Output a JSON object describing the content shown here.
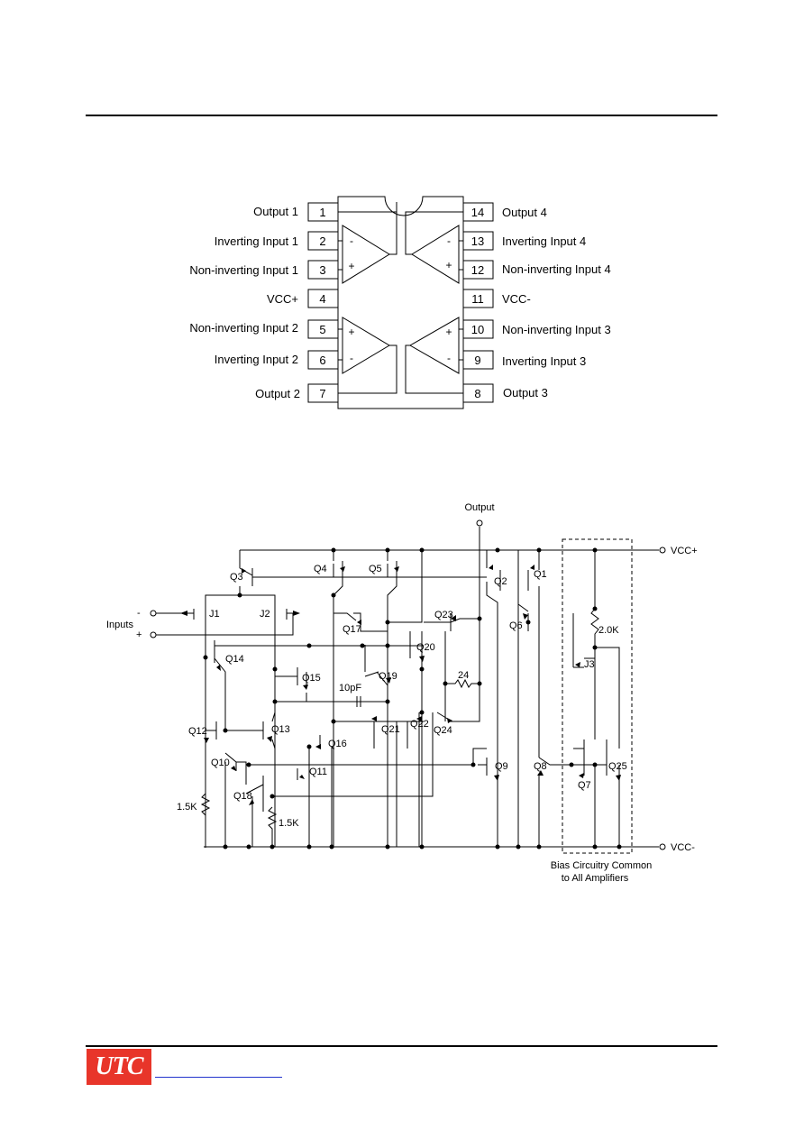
{
  "pinout": {
    "pins": [
      {
        "num": "1",
        "label": "Output 1"
      },
      {
        "num": "2",
        "label": "Inverting Input 1"
      },
      {
        "num": "3",
        "label": "Non-inverting Input 1"
      },
      {
        "num": "4",
        "label": "VCC+"
      },
      {
        "num": "5",
        "label": "Non-inverting Input 2"
      },
      {
        "num": "6",
        "label": "Inverting Input 2"
      },
      {
        "num": "7",
        "label": "Output 2"
      },
      {
        "num": "14",
        "label": "Output 4"
      },
      {
        "num": "13",
        "label": "Inverting Input 4"
      },
      {
        "num": "12",
        "label": "Non-inverting Input 4"
      },
      {
        "num": "11",
        "label": "VCC-"
      },
      {
        "num": "10",
        "label": "Non-inverting Input 3"
      },
      {
        "num": "9",
        "label": "Inverting Input 3"
      },
      {
        "num": "8",
        "label": "Output 3"
      }
    ],
    "opamp_signs": {
      "plus": "+",
      "minus": "-"
    }
  },
  "schematic": {
    "output_label": "Output",
    "inputs_label": "Inputs",
    "input_minus": "-",
    "input_plus": "+",
    "vcc_plus": "VCC+",
    "vcc_minus": "VCC-",
    "bias_note_line1": "Bias Circuitry Common",
    "bias_note_line2": "to All Amplifiers",
    "components": {
      "q1": "Q1",
      "q2": "Q2",
      "q3": "Q3",
      "q4": "Q4",
      "q5": "Q5",
      "q6": "Q6",
      "q7": "Q7",
      "q8": "Q8",
      "q9": "Q9",
      "q10": "Q10",
      "q11": "Q11",
      "q12": "Q12",
      "q13": "Q13",
      "q14": "Q14",
      "q15": "Q15",
      "q16": "Q16",
      "q17": "Q17",
      "q18": "Q18",
      "q19": "Q19",
      "q20": "Q20",
      "q21": "Q21",
      "q22": "Q22",
      "q23": "Q23",
      "q24": "Q24",
      "q25": "Q25",
      "j1": "J1",
      "j2": "J2",
      "j3": "J3",
      "r_2k": "2.0K",
      "r_24": "24",
      "c_10pf": "10pF",
      "r_1k5_a": "1.5K",
      "r_1k5_b": "1.5K"
    }
  },
  "footer": {
    "logo_text": "UTC",
    "brand_color": "#e8352a",
    "link_color": "#2233cc"
  }
}
